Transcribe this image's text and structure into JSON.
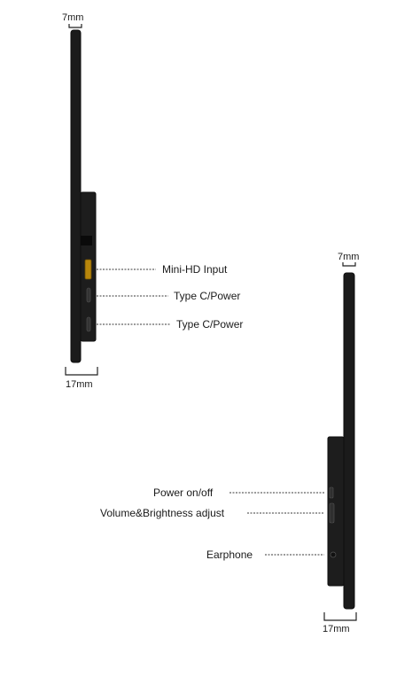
{
  "figure_1": {
    "top_width": "7mm",
    "bottom_width": "17mm",
    "ports": [
      "Mini-HD Input",
      "Type C/Power",
      "Type C/Power"
    ]
  },
  "figure_2": {
    "top_width": "7mm",
    "bottom_width": "17mm",
    "controls": [
      "Power on/off",
      "Volume&Brightness adjust",
      "Earphone"
    ]
  },
  "colors": {
    "device_body": "#1b1b1b",
    "device_edge": "#0e0e0e",
    "hdmi_port": "#b8860b",
    "background": "#ffffff"
  }
}
